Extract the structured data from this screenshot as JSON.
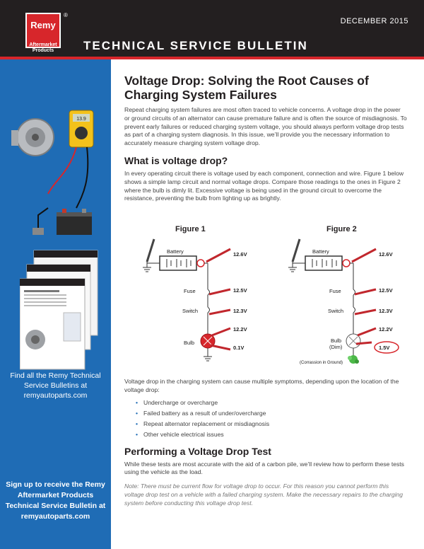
{
  "header": {
    "logo_text": "Remy",
    "logo_reg": "®",
    "logo_sub": "Aftermarket Products",
    "date": "DECEMBER 2015",
    "title": "TECHNICAL SERVICE BULLETIN"
  },
  "sidebar": {
    "find_text": "Find all the Remy Technical Service Bulletins at remyautoparts.com",
    "signup_text": "Sign up to receive the Remy Aftermarket Products Technical Service Bulletin at remyautoparts.com"
  },
  "main": {
    "title": "Voltage Drop: Solving the Root Causes of Charging System Failures",
    "intro": "Repeat charging system failures are most often traced to vehicle concerns. A voltage drop in the power or ground circuits of an alternator can cause premature failure and is often the source of misdiagnosis. To prevent early failures or reduced charging system voltage, you should always perform voltage drop tests as part of a charging system diagnosis. In this issue, we’ll provide you the necessary information to accurately measure charging system voltage drop.",
    "h2_what": "What is voltage drop?",
    "what_text": "In every operating circuit there is voltage used by each component, connection and wire. Figure 1 below shows a simple lamp circuit and normal voltage drops. Compare those readings to the ones in Figure 2 where the bulb is dimly lit. Excessive voltage is being used in the ground circuit to overcome the resistance, preventing the bulb from lighting up as brightly.",
    "symptoms_text": "Voltage drop in the charging system can cause multiple symptoms, depending upon the location of the voltage drop:",
    "bullets": [
      "Undercharge or overcharge",
      "Failed battery as a result of under/overcharge",
      "Repeat alternator replacement or misdiagnosis",
      "Other vehicle electrical issues"
    ],
    "h2_test": "Performing a Voltage Drop Test",
    "test_text": "While these tests are most accurate with the aid of a carbon pile, we’ll review how to perform these tests using the vehicle as the load.",
    "note_text": "Note: There must be current flow for voltage drop to occur. For this reason you cannot perform this voltage drop test on a vehicle with a failed charging system. Make the necessary repairs to the charging system before conducting this voltage drop test."
  },
  "figures": {
    "fig1": {
      "title": "Figure 1",
      "battery": "Battery",
      "fuse": "Fuse",
      "switch": "Switch",
      "bulb": "Bulb",
      "v_battery": "12.6V",
      "v_fuse": "12.5V",
      "v_switch": "12.3V",
      "v_bulb": "12.2V",
      "v_ground": "0.1V"
    },
    "fig2": {
      "title": "Figure 2",
      "battery": "Battery",
      "fuse": "Fuse",
      "switch": "Switch",
      "bulb": "Bulb",
      "bulb_note": "(Dim)",
      "v_battery": "12.6V",
      "v_fuse": "12.5V",
      "v_switch": "12.3V",
      "v_bulb": "12.2V",
      "v_ground": "1.5V",
      "corrosion": "(Corrassion in Ground)"
    }
  },
  "meter_reading": "13.9"
}
